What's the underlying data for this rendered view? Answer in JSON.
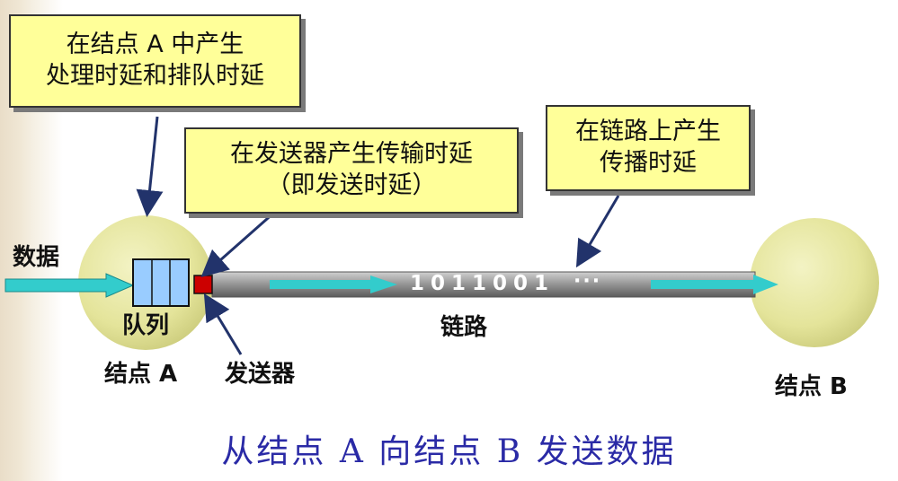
{
  "callouts": {
    "processing": {
      "line1": "在结点 A 中产生",
      "line2": "处理时延和排队时延"
    },
    "transmission": {
      "line1": "在发送器产生传输时延",
      "line2": "（即发送时延）"
    },
    "propagation": {
      "line1": "在链路上产生",
      "line2": "传播时延"
    }
  },
  "labels": {
    "data": "数据",
    "queue": "队列",
    "node_a": "结点 A",
    "sender": "发送器",
    "link": "链路",
    "node_b": "结点 B",
    "bits": "1011001",
    "ellipsis": "···"
  },
  "caption": "从结点 A 向结点 B 发送数据",
  "colors": {
    "callout_fill": "#ffff99",
    "node_fill": "#e6e6a0",
    "arrow_fill": "#33cccc",
    "queue_fill": "#99ccff",
    "sender_fill": "#cc0000",
    "link_gray": "#8c8c8c",
    "pointer": "#22336b",
    "caption": "#2a2aa6"
  }
}
